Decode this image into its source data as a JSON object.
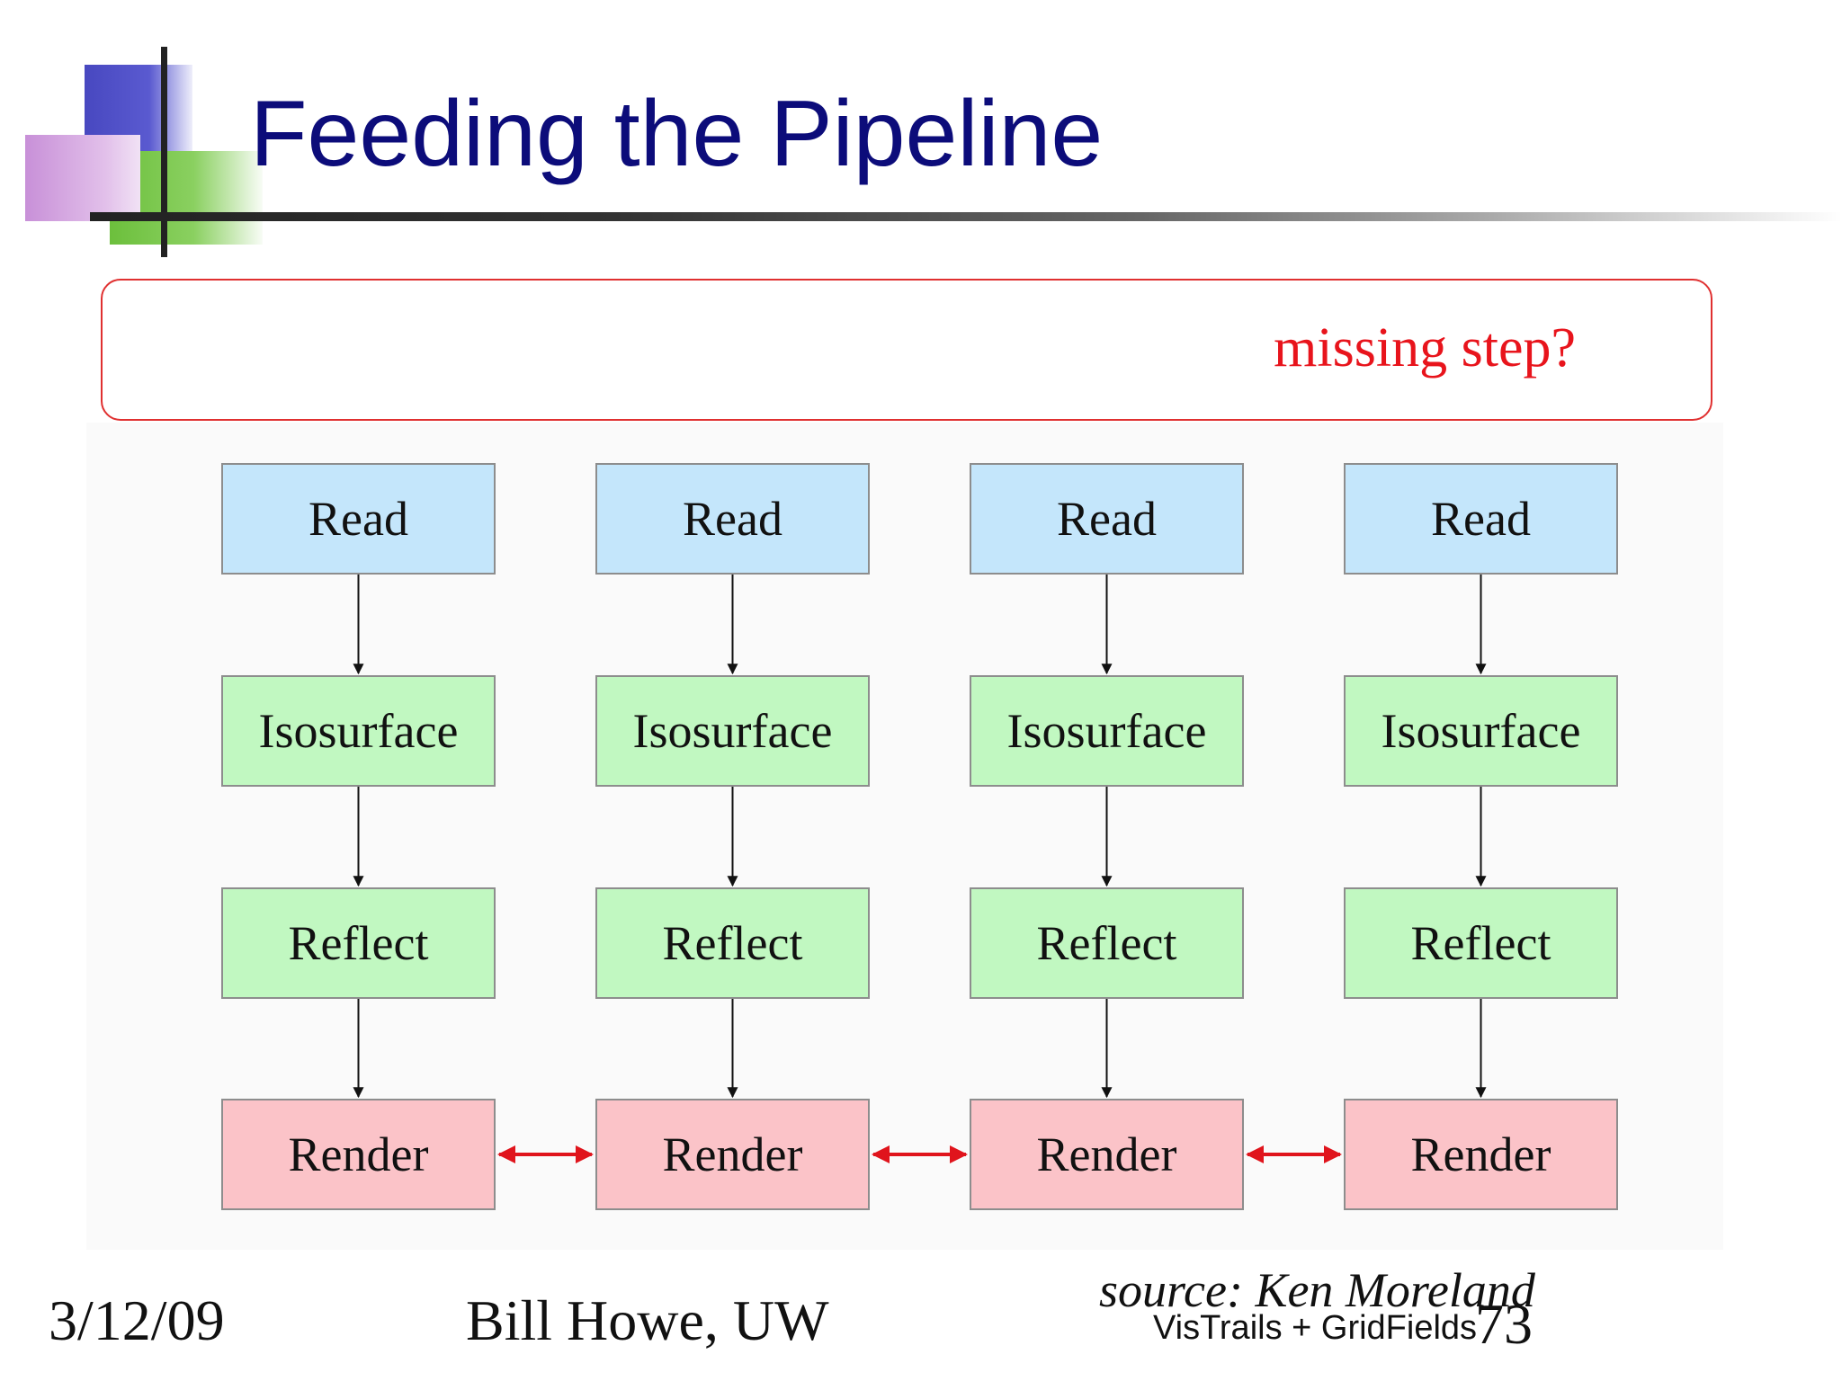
{
  "slide": {
    "title": "Feeding the Pipeline",
    "callout": "missing step?",
    "footer": {
      "date": "3/12/09",
      "author": "Bill Howe, UW",
      "source": "source: Ken Moreland",
      "project": "VisTrails + GridFields",
      "page": "73"
    }
  },
  "diagram": {
    "columns": [
      {
        "read": "Read",
        "isosurface": "Isosurface",
        "reflect": "Reflect",
        "render": "Render"
      },
      {
        "read": "Read",
        "isosurface": "Isosurface",
        "reflect": "Reflect",
        "render": "Render"
      },
      {
        "read": "Read",
        "isosurface": "Isosurface",
        "reflect": "Reflect",
        "render": "Render"
      },
      {
        "read": "Read",
        "isosurface": "Isosurface",
        "reflect": "Reflect",
        "render": "Render"
      }
    ],
    "colors": {
      "read": "#c4e6fb",
      "isosurface": "#c1f8c1",
      "reflect": "#c1f8c1",
      "render": "#fbc3c8",
      "render_link": "#e0141c",
      "callout_border": "#e03030",
      "title": "#0c0c7a"
    }
  }
}
